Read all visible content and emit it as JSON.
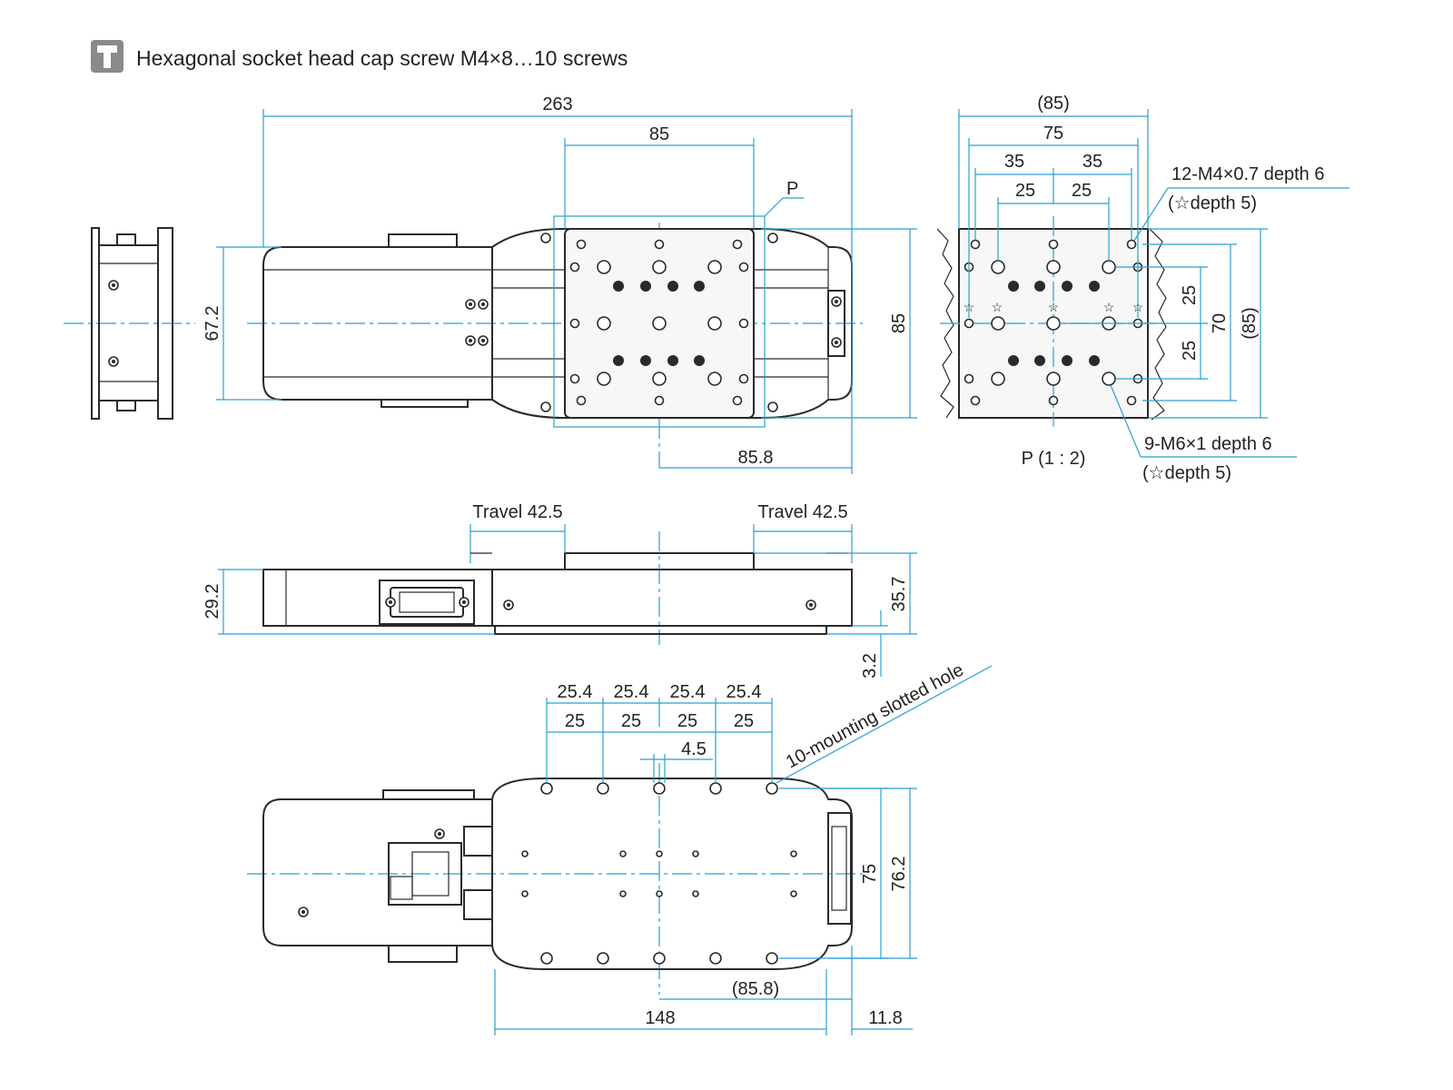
{
  "header": {
    "icon": "socket-screw-icon",
    "title": "Hexagonal socket head cap screw M4×8…10 screws"
  },
  "top_view": {
    "dims": {
      "overall_length": "263",
      "table_width": "85",
      "height_left": "67.2",
      "height_right": "85",
      "offset": "85.8"
    },
    "detail_label": "P"
  },
  "detail_view": {
    "title": "P (1 : 2)",
    "dims": {
      "outer": "(85)",
      "span": "75",
      "half_left": "35",
      "half_right": "35",
      "inner_left": "25",
      "inner_right": "25",
      "v_upper": "25",
      "v_lower": "25",
      "v_span": "70",
      "v_outer": "(85)"
    },
    "callouts": {
      "small_taps": "12-M4×0.7 depth 6",
      "small_taps_note": "(☆depth 5)",
      "large_taps": "9-M6×1 depth 6",
      "large_taps_note": "(☆depth 5)"
    }
  },
  "side_view": {
    "travel_left": "Travel 42.5",
    "travel_right": "Travel 42.5",
    "dims": {
      "body_height": "29.2",
      "total_height": "35.7",
      "base_offset": "3.2"
    }
  },
  "bottom_view": {
    "pitch_labels": [
      "25.4",
      "25.4",
      "25.4",
      "25.4"
    ],
    "slot_labels": [
      "25",
      "25",
      "25",
      "25"
    ],
    "slot_width": "4.5",
    "slot_callout": "10-mounting slotted hole",
    "dims": {
      "hole_span": "75",
      "base_width": "76.2",
      "offset": "(85.8)",
      "length": "148",
      "end": "11.8"
    }
  },
  "colors": {
    "dimension": "#2a9fd0",
    "outline": "#2a2a2a"
  }
}
